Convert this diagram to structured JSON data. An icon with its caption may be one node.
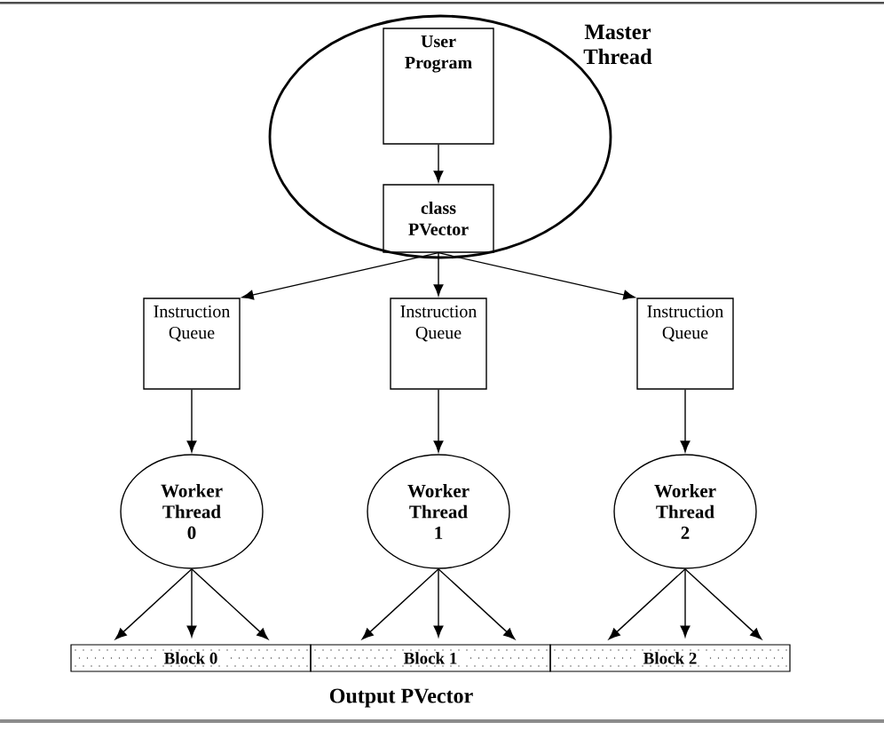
{
  "diagram": {
    "nodes": [
      {
        "text": [
          "Master Thread"
        ]
      },
      {
        "text": [
          "User Program"
        ],
        "in": 0
      },
      {
        "text": [
          "class PVector"
        ],
        "in": 0
      },
      {
        "text": [
          "Instruction Queue"
        ]
      },
      {
        "text": [
          "Instruction Queue"
        ]
      },
      {
        "text": [
          "Instruction Queue"
        ]
      },
      {
        "text": [
          "Worker Thread 0"
        ]
      },
      {
        "text": [
          "Worker Thread 1"
        ]
      },
      {
        "text": [
          "Worker Thread 2"
        ]
      },
      {
        "text": [
          "Block 0"
        ]
      },
      {
        "text": [
          "Block 1"
        ]
      },
      {
        "text": [
          "Block 2"
        ]
      }
    ],
    "edges": [
      {
        "from": 1,
        "to": 2,
        "arrow": "to"
      },
      {
        "from": 2,
        "to": 3,
        "arrow": "to"
      },
      {
        "from": 2,
        "to": 4,
        "arrow": "to"
      },
      {
        "from": 2,
        "to": 5,
        "arrow": "to"
      },
      {
        "from": 3,
        "to": 6,
        "arrow": "to"
      },
      {
        "from": 4,
        "to": 7,
        "arrow": "to"
      },
      {
        "from": 5,
        "to": 8,
        "arrow": "to"
      },
      {
        "from": 6,
        "to": 9,
        "arrow": "to"
      },
      {
        "from": 6,
        "to": 9,
        "arrow": "to"
      },
      {
        "from": 6,
        "to": 9,
        "arrow": "to"
      },
      {
        "from": 7,
        "to": 10,
        "arrow": "to"
      },
      {
        "from": 7,
        "to": 10,
        "arrow": "to"
      },
      {
        "from": 7,
        "to": 10,
        "arrow": "to"
      },
      {
        "from": 8,
        "to": 11,
        "arrow": "to"
      },
      {
        "from": 8,
        "to": 11,
        "arrow": "to"
      },
      {
        "from": 8,
        "to": 11,
        "arrow": "to"
      }
    ],
    "labels": [
      "Output PVector"
    ]
  }
}
